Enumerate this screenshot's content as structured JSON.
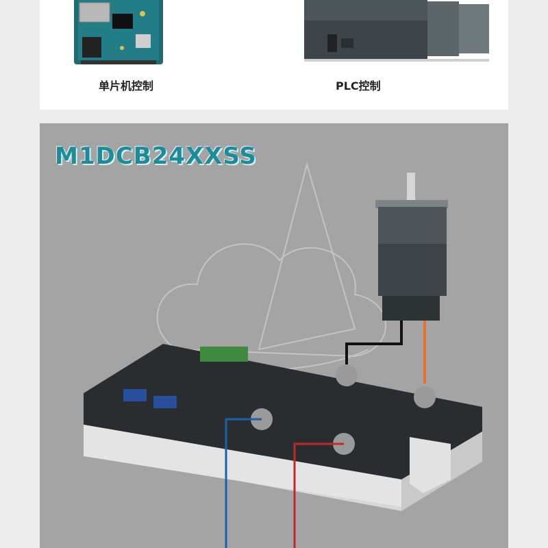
{
  "top_section": {
    "items": [
      {
        "caption": "单片机控制",
        "icon": "microcontroller-board-icon"
      },
      {
        "caption": "PLC控制",
        "icon": "plc-module-icon"
      }
    ]
  },
  "product": {
    "model_name": "M1DCB24XXSS",
    "colors": {
      "title": "#1e8b99",
      "panel_bg": "#a4a4a4",
      "wire_orange": "#e8702a",
      "wire_black": "#111111",
      "wire_blue": "#1a5fa8",
      "wire_red": "#c0282a"
    }
  }
}
